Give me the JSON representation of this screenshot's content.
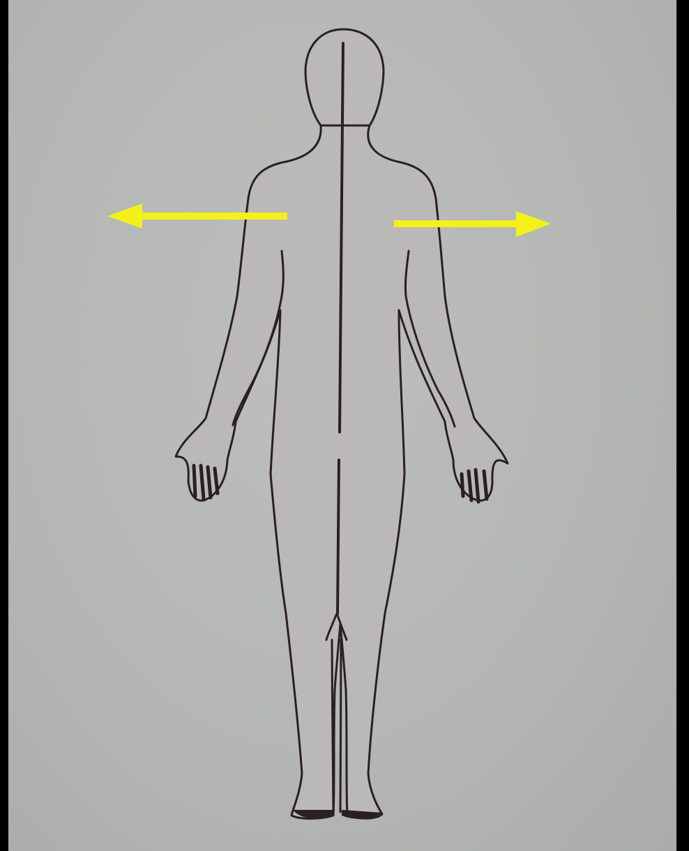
{
  "diagram": {
    "subject": "human-body-outline-back-view",
    "colors": {
      "background": "#b5b8b4",
      "body_fill": "#bab9b8",
      "outline": "#2a1f24",
      "arrow": "#f5f01a"
    },
    "arrows": [
      {
        "direction": "left"
      },
      {
        "direction": "right"
      }
    ]
  }
}
